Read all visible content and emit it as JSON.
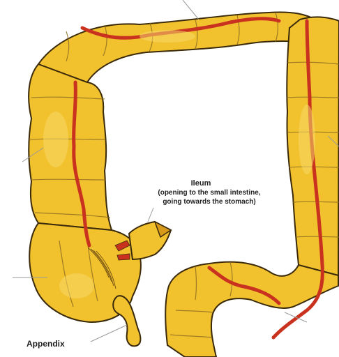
{
  "labels": {
    "ileum_title": "Ileum",
    "ileum_line1": "(opening to the small intestine,",
    "ileum_line2": "going towards the stomach)",
    "appendix": "Appendix"
  },
  "colors": {
    "colon_fill": "#f2c12e",
    "colon_outline": "#3a2a0a",
    "taenia_red": "#c8321e",
    "highlight": "#f7d86a",
    "shadow": "#d89a1a"
  },
  "icons": [
    "colon-illustration",
    "appendix-shape",
    "ileum-opening"
  ]
}
